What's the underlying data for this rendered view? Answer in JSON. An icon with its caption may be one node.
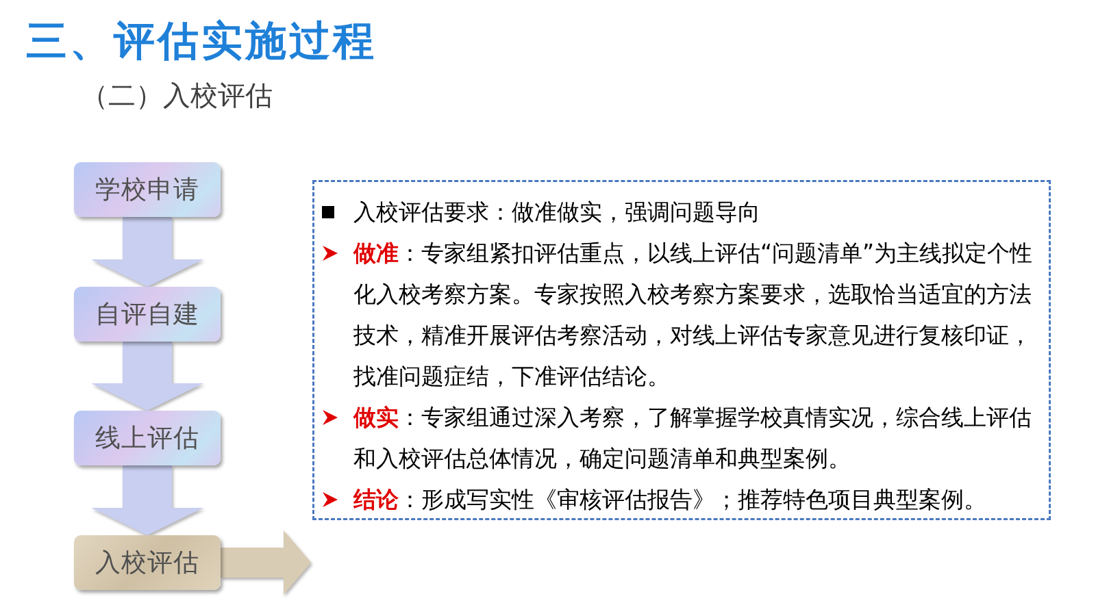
{
  "diagram": {
    "title": "三、评估实施过程",
    "nodes": [
      {
        "text": [
          "学校申请"
        ]
      },
      {
        "text": [
          "自评自建"
        ]
      },
      {
        "text": [
          "线上评估"
        ]
      },
      {
        "text": [
          "入校评估"
        ]
      },
      {
        "text": [
          "入校评估要求：做准做实，强调问题导向",
          "**做准**：专家组紧扣评估重点，以线上评估“问题清单”为主线拟定个性化入校考察方案。专家按照入校考察方案要求，选取恰当适宜的方法技术，精准开展评估考察活动，对线上评估专家意见进行复核印证，找准问题症结，下准评估结论。",
          "**做实**：专家组通过深入考察，了解掌握学校真情实况，综合线上评估和入校评估总体情况，确定问题清单和典型案例。",
          "**结论**：形成写实性《审核评估报告》；推荐特色项目典型案例。"
        ]
      }
    ],
    "edges": [
      {
        "from": 0,
        "to": 1,
        "arrow": "to"
      },
      {
        "from": 1,
        "to": 2,
        "arrow": "to"
      },
      {
        "from": 2,
        "to": 3,
        "arrow": "to"
      },
      {
        "from": 3,
        "to": 4,
        "arrow": "to"
      }
    ],
    "labels": [
      "（二）入校评估"
    ]
  }
}
